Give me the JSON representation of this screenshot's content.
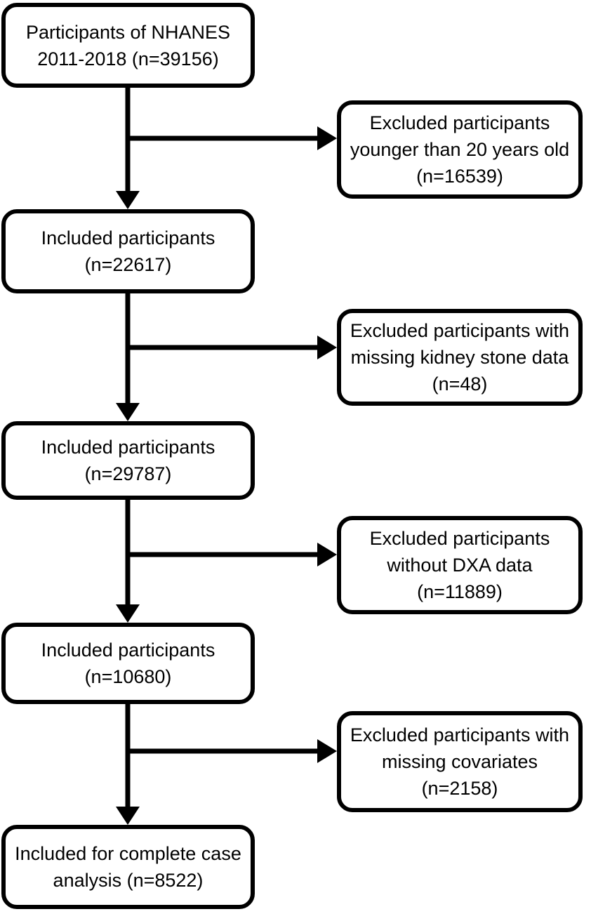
{
  "flowchart": {
    "colors": {
      "box_border": "#000000",
      "box_fill": "#ffffff",
      "arrow": "#000000",
      "background": "#ffffff"
    },
    "main_nodes": [
      {
        "id": "main-node-1",
        "lines": [
          "Participants of NHANES",
          "2011-2018 (n=39156)"
        ],
        "n": 39156
      },
      {
        "id": "main-node-2",
        "lines": [
          "Included participants",
          "(n=22617)"
        ],
        "n": 22617
      },
      {
        "id": "main-node-3",
        "lines": [
          "Included participants",
          "(n=29787)"
        ],
        "n": 29787
      },
      {
        "id": "main-node-4",
        "lines": [
          "Included participants",
          "(n=10680)"
        ],
        "n": 10680
      },
      {
        "id": "main-node-5",
        "lines": [
          "Included for complete case",
          "analysis (n=8522)"
        ],
        "n": 8522
      }
    ],
    "exclusion_nodes": [
      {
        "id": "exclusion-node-1",
        "lines": [
          "Excluded participants",
          "younger than 20 years old",
          "(n=16539)"
        ],
        "n": 16539
      },
      {
        "id": "exclusion-node-2",
        "lines": [
          "Excluded participants with",
          "missing kidney stone data",
          "(n=48)"
        ],
        "n": 48
      },
      {
        "id": "exclusion-node-3",
        "lines": [
          "Excluded participants",
          "without DXA data",
          "(n=11889)"
        ],
        "n": 11889
      },
      {
        "id": "exclusion-node-4",
        "lines": [
          "Excluded participants with",
          "missing covariates",
          "(n=2158)"
        ],
        "n": 2158
      }
    ]
  }
}
